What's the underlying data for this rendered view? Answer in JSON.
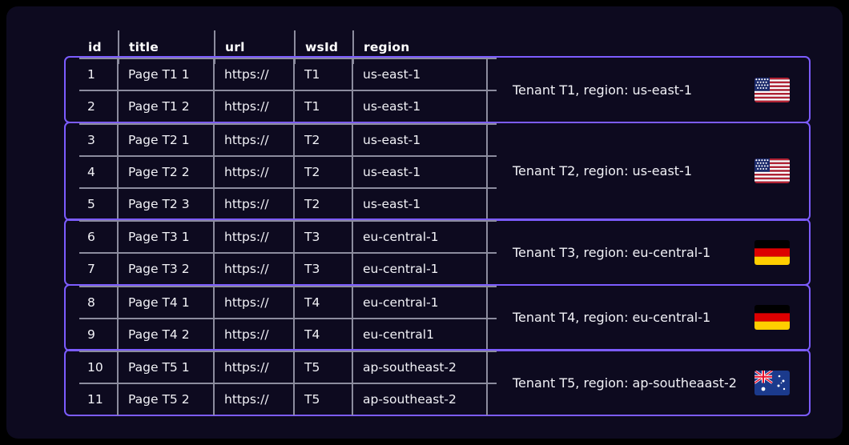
{
  "table": {
    "columns": [
      {
        "key": "id",
        "label": "id"
      },
      {
        "key": "title",
        "label": "title"
      },
      {
        "key": "url",
        "label": "url"
      },
      {
        "key": "wsid",
        "label": "wsId"
      },
      {
        "key": "region",
        "label": "region"
      }
    ],
    "rows": [
      {
        "id": "1",
        "title": "Page T1 1",
        "url": "https://",
        "wsid": "T1",
        "region": "us-east-1"
      },
      {
        "id": "2",
        "title": "Page T1 2",
        "url": "https://",
        "wsid": "T1",
        "region": "us-east-1"
      },
      {
        "id": "3",
        "title": "Page T2 1",
        "url": "https://",
        "wsid": "T2",
        "region": "us-east-1"
      },
      {
        "id": "4",
        "title": "Page T2 2",
        "url": "https://",
        "wsid": "T2",
        "region": "us-east-1"
      },
      {
        "id": "5",
        "title": "Page T2 3",
        "url": "https://",
        "wsid": "T2",
        "region": "us-east-1"
      },
      {
        "id": "6",
        "title": "Page T3 1",
        "url": "https://",
        "wsid": "T3",
        "region": "eu-central-1"
      },
      {
        "id": "7",
        "title": "Page T3 2",
        "url": "https://",
        "wsid": "T3",
        "region": "eu-central-1"
      },
      {
        "id": "8",
        "title": "Page T4 1",
        "url": "https://",
        "wsid": "T4",
        "region": "eu-central-1"
      },
      {
        "id": "9",
        "title": "Page T4 2",
        "url": "https://",
        "wsid": "T4",
        "region": "eu-central1"
      },
      {
        "id": "10",
        "title": "Page T5 1",
        "url": "https://",
        "wsid": "T5",
        "region": "ap-southeast-2"
      },
      {
        "id": "11",
        "title": "Page T5 2",
        "url": "https://",
        "wsid": "T5",
        "region": "ap-southeast-2"
      }
    ]
  },
  "groups": [
    {
      "tenant": "T1",
      "row_ids": [
        "1",
        "2"
      ],
      "note": "Tenant T1, region: us-east-1",
      "flag": "🇺🇸",
      "flag_name": "flag-united-states"
    },
    {
      "tenant": "T2",
      "row_ids": [
        "3",
        "4",
        "5"
      ],
      "note": "Tenant T2, region: us-east-1",
      "flag": "🇺🇸",
      "flag_name": "flag-united-states"
    },
    {
      "tenant": "T3",
      "row_ids": [
        "6",
        "7"
      ],
      "note": "Tenant T3, region: eu-central-1",
      "flag": "🇩🇪",
      "flag_name": "flag-germany"
    },
    {
      "tenant": "T4",
      "row_ids": [
        "8",
        "9"
      ],
      "note": "Tenant T4, region: eu-central-1",
      "flag": "🇩🇪",
      "flag_name": "flag-germany"
    },
    {
      "tenant": "T5",
      "row_ids": [
        "10",
        "11"
      ],
      "note": "Tenant T5, region: ap-southeaast-2",
      "flag": "🇦🇺",
      "flag_name": "flag-australia"
    }
  ],
  "colors": {
    "background": "#000000",
    "panel": "#0d0a1f",
    "group_border": "#7c5cff",
    "grid_line": "#8c8c9e",
    "text": "#f2f2f7",
    "header_text": "#ffffff"
  }
}
